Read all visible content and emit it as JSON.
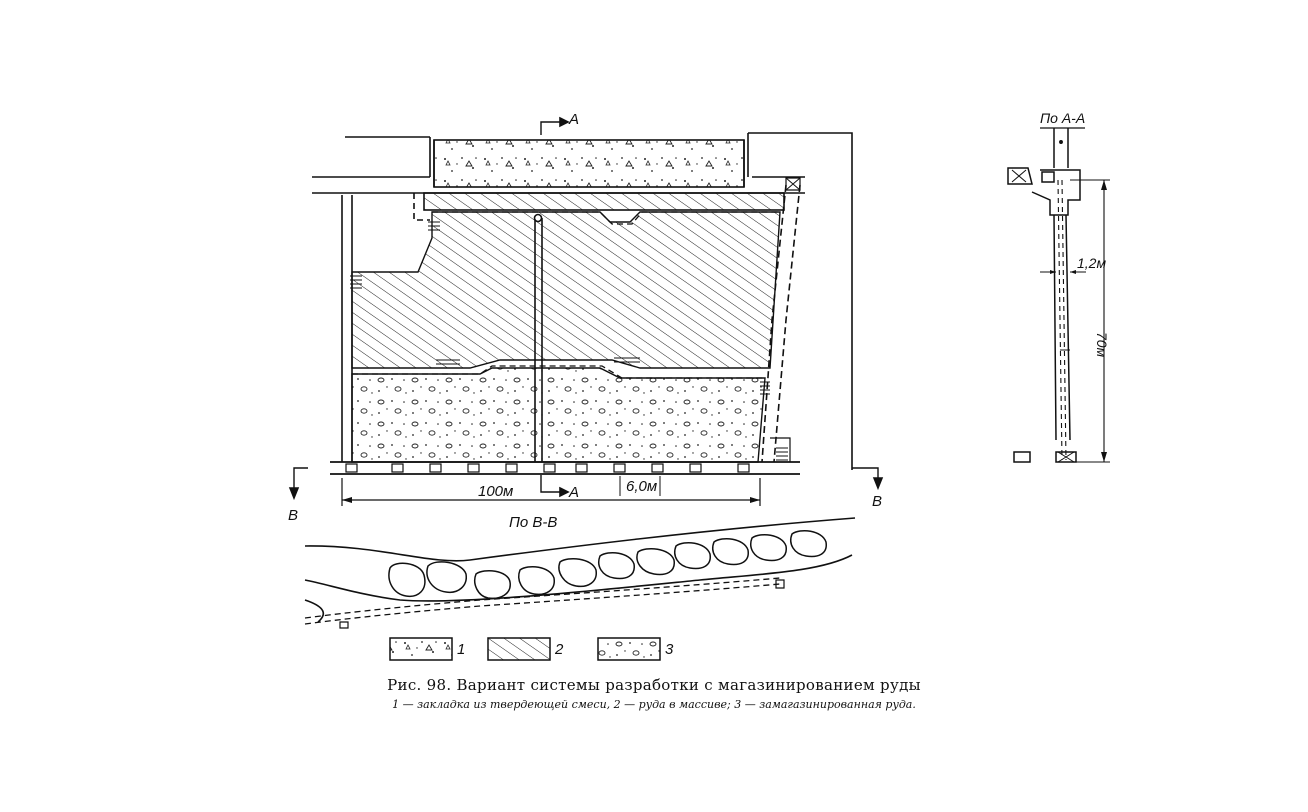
{
  "labels": {
    "section_a_top": "А",
    "section_a_bottom": "А",
    "section_b_left": "В",
    "section_b_right": "В",
    "dim_length": "100м",
    "dim_spacing": "6,0м",
    "plan_title": "По В-В",
    "side_title": "По А-А",
    "side_width": "1,2м",
    "side_height": "70м"
  },
  "legend": [
    {
      "number": "1"
    },
    {
      "number": "2"
    },
    {
      "number": "3"
    }
  ],
  "caption": {
    "title": "Рис. 98. Вариант системы разработки с магазинированием руды",
    "legend_text": "1 — закладка из твердеющей смеси, 2 — руда в массиве; 3 — замагазинированная руда."
  }
}
